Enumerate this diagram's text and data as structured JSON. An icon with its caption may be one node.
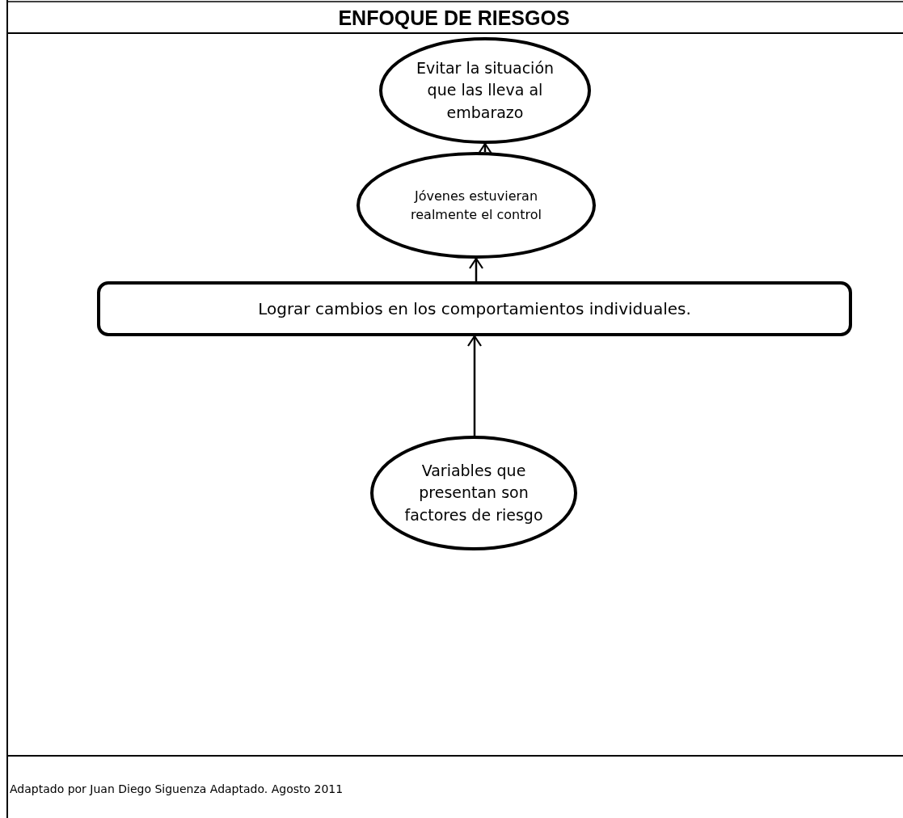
{
  "diagram": {
    "title": "ENFOQUE DE RIESGOS",
    "nodes": [
      {
        "text": [
          "Evitar la situación que las lleva al embarazo"
        ]
      },
      {
        "text": [
          "Jóvenes estuvieran realmente el control"
        ]
      },
      {
        "text": [
          "Lograr cambios en los comportamientos individuales."
        ]
      },
      {
        "text": [
          "Variables que presentan son factores de riesgo"
        ]
      }
    ],
    "edges": [
      {
        "from": 1,
        "to": 0,
        "arrow": "to"
      },
      {
        "from": 2,
        "to": 1,
        "arrow": "to"
      },
      {
        "from": 3,
        "to": 2,
        "arrow": "to"
      }
    ],
    "labels": [
      "Adaptado por Juan Diego Siguenza Adaptado. Agosto 2011"
    ]
  }
}
